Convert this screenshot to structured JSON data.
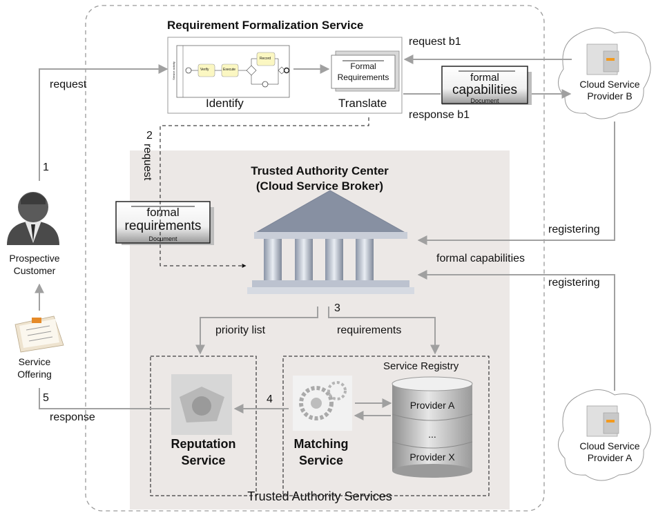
{
  "diagram": {
    "formalization": {
      "title": "Requirement Formalization Service",
      "identify_label": "Identify",
      "translate_label": "Translate",
      "bpmn_tasks": [
        "Verify",
        "Execute",
        "Record"
      ],
      "bpmn_lane": "Service activity",
      "formal_req_doc": {
        "line1": "Formal",
        "line2": "Requirements"
      }
    },
    "cloud_b": {
      "line1": "Cloud Service",
      "line2": "Provider B"
    },
    "cloud_a": {
      "line1": "Cloud Service",
      "line2": "Provider A"
    },
    "capabilities_doc": {
      "line1": "formal",
      "line2": "capabilities",
      "line3": "Document"
    },
    "requirements_doc": {
      "line1": "formal",
      "line2": "requirements",
      "line3": "Document"
    },
    "trusted_center": {
      "line1": "Trusted Authority Center",
      "line2": "(Cloud Service Broker)"
    },
    "customer": {
      "line1": "Prospective",
      "line2": "Customer"
    },
    "offering": {
      "line1": "Service",
      "line2": "Offering"
    },
    "reputation": {
      "line1": "Reputation",
      "line2": "Service"
    },
    "matching": {
      "line1": "Matching",
      "line2": "Service"
    },
    "registry": {
      "title": "Service Registry",
      "providers": [
        "Provider A",
        "...",
        "Provider X"
      ]
    },
    "services_footer": "Trusted Authority Services",
    "flows": {
      "request": "request",
      "request_b1": "request b1",
      "response_b1": "response b1",
      "request_vertical": "request",
      "registering_b": "registering",
      "formal_capabilities": "formal capabilities",
      "registering_a": "registering",
      "priority_list": "priority list",
      "requirements": "requirements",
      "response": "response"
    },
    "steps": [
      "1",
      "2",
      "3",
      "4",
      "5"
    ],
    "colors": {
      "arrow": "#a0a0a0",
      "panel": "#ece8e6",
      "dashed": "#666666",
      "task": "#fbf7c2"
    }
  }
}
